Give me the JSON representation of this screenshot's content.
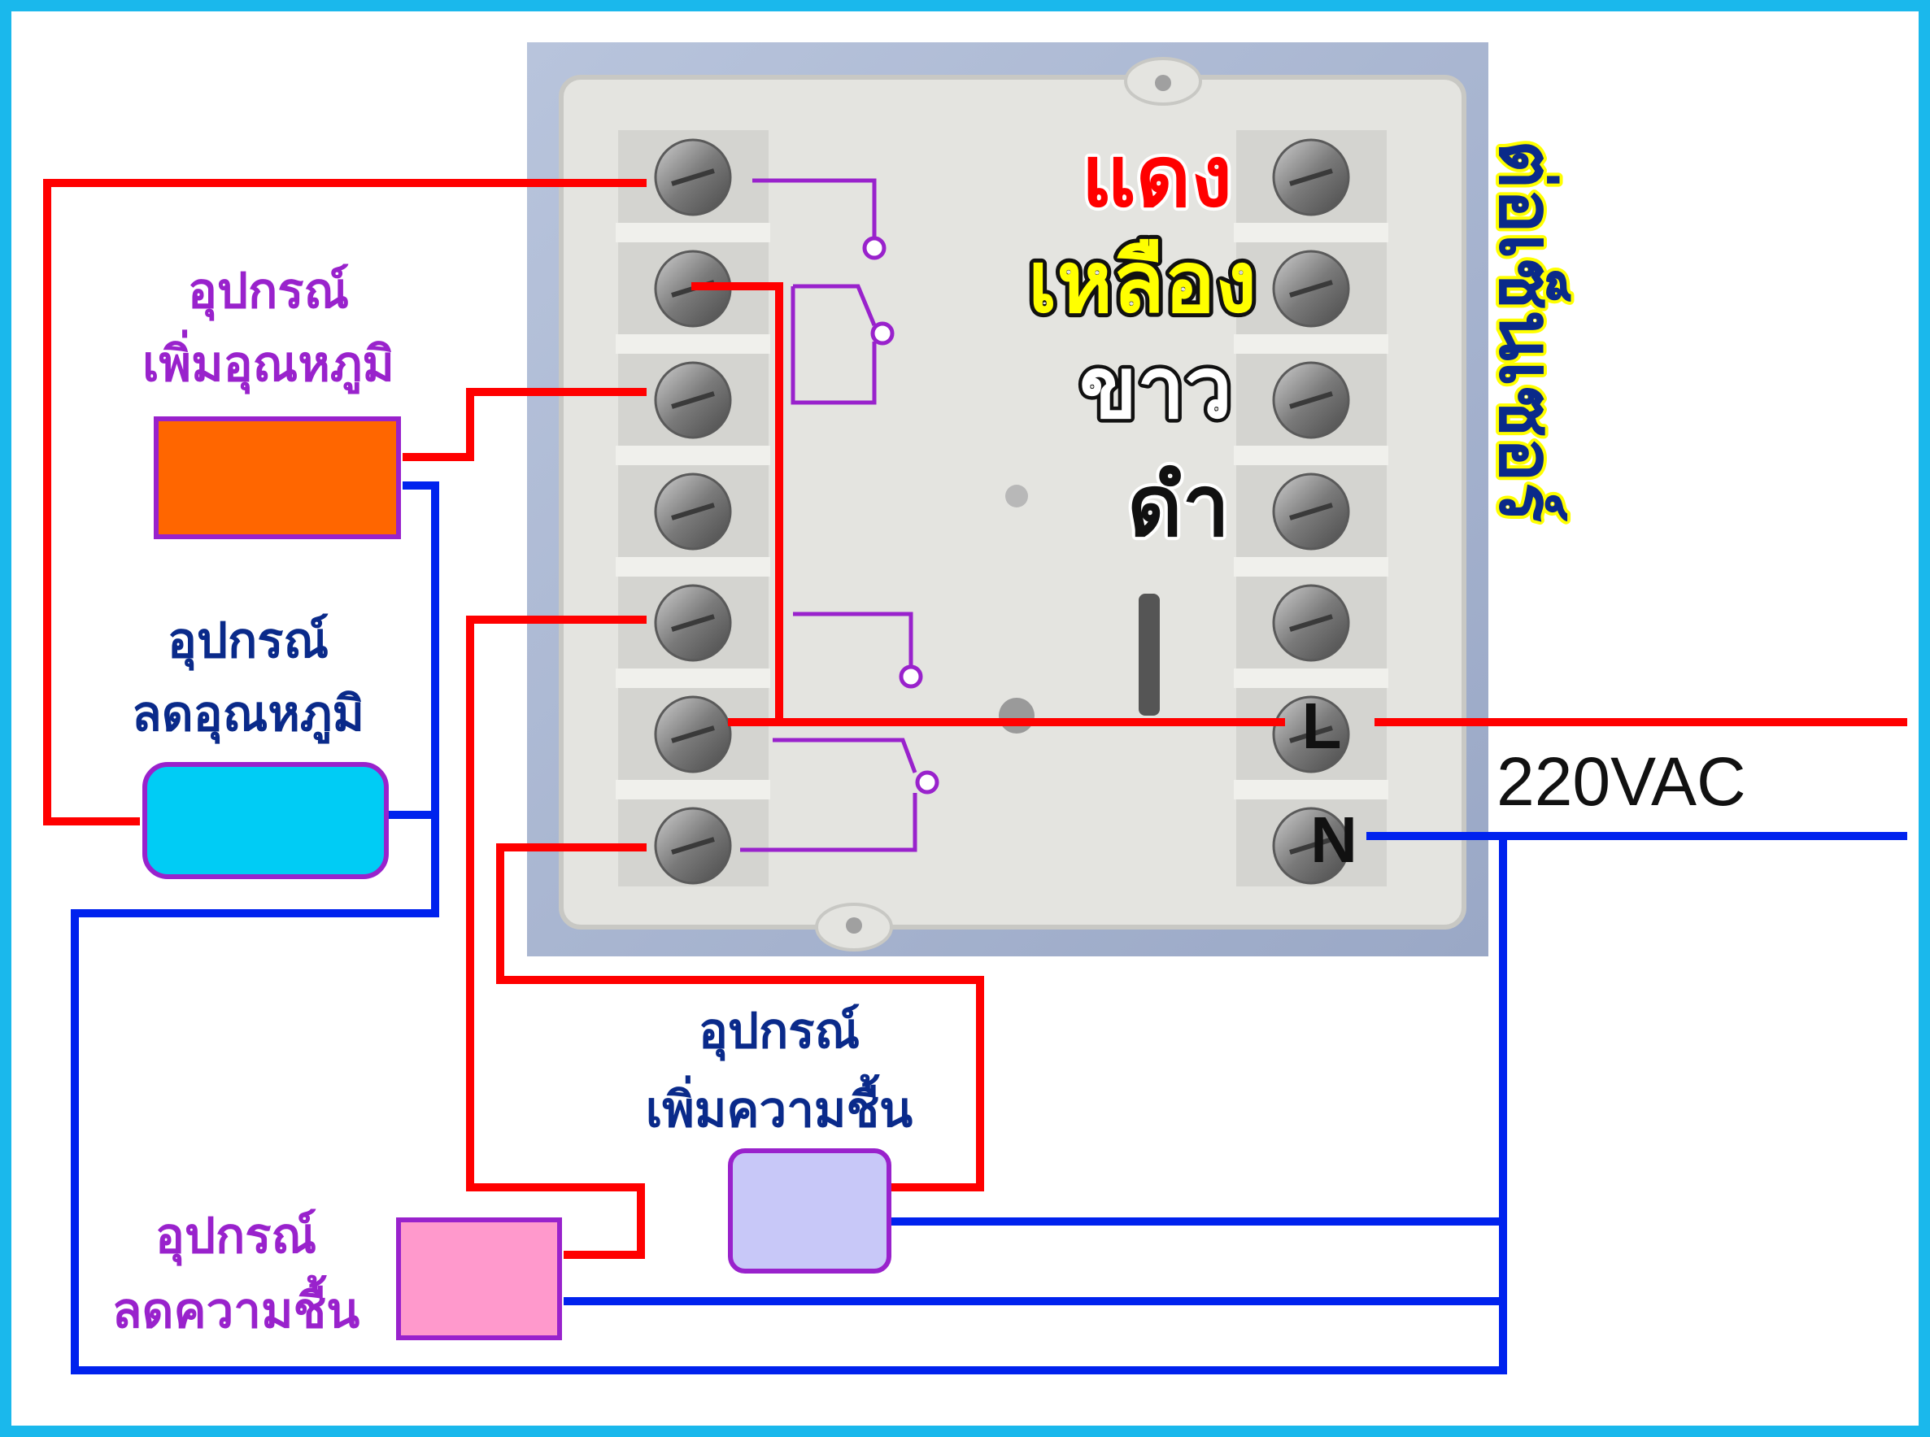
{
  "colors": {
    "border": "#1ab8ec",
    "live_wire": "#ff0000",
    "neutral_wire": "#0022ee",
    "relay": "#9922cc",
    "device_outline": "#9922cc",
    "heater_fill": "#ff6600",
    "cooler_fill": "#00ccf5",
    "humidifier_fill": "#c8c8f8",
    "dehumidifier_fill": "#ff99cc",
    "label_purple": "#9922cc",
    "label_navy": "#0a2a8a"
  },
  "diagram": {
    "wire_colors": {
      "red": "แดง",
      "yellow": "เหลือง",
      "white": "ขาว",
      "black": "ดำ"
    },
    "sensor_label": "ต่อเซ็นเซอร์",
    "terminal_L": "L",
    "terminal_N": "N",
    "supply_label": "220VAC",
    "devices": {
      "heater": {
        "line1": "อุปกรณ์",
        "line2": "เพิ่มอุณหภูมิ"
      },
      "cooler": {
        "line1": "อุปกรณ์",
        "line2": "ลดอุณหภูมิ"
      },
      "humidifier": {
        "line1": "อุปกรณ์",
        "line2": "เพิ่มความชื้น"
      },
      "dehumidifier": {
        "line1": "อุปกรณ์",
        "line2": "ลดความชื้น"
      }
    }
  }
}
